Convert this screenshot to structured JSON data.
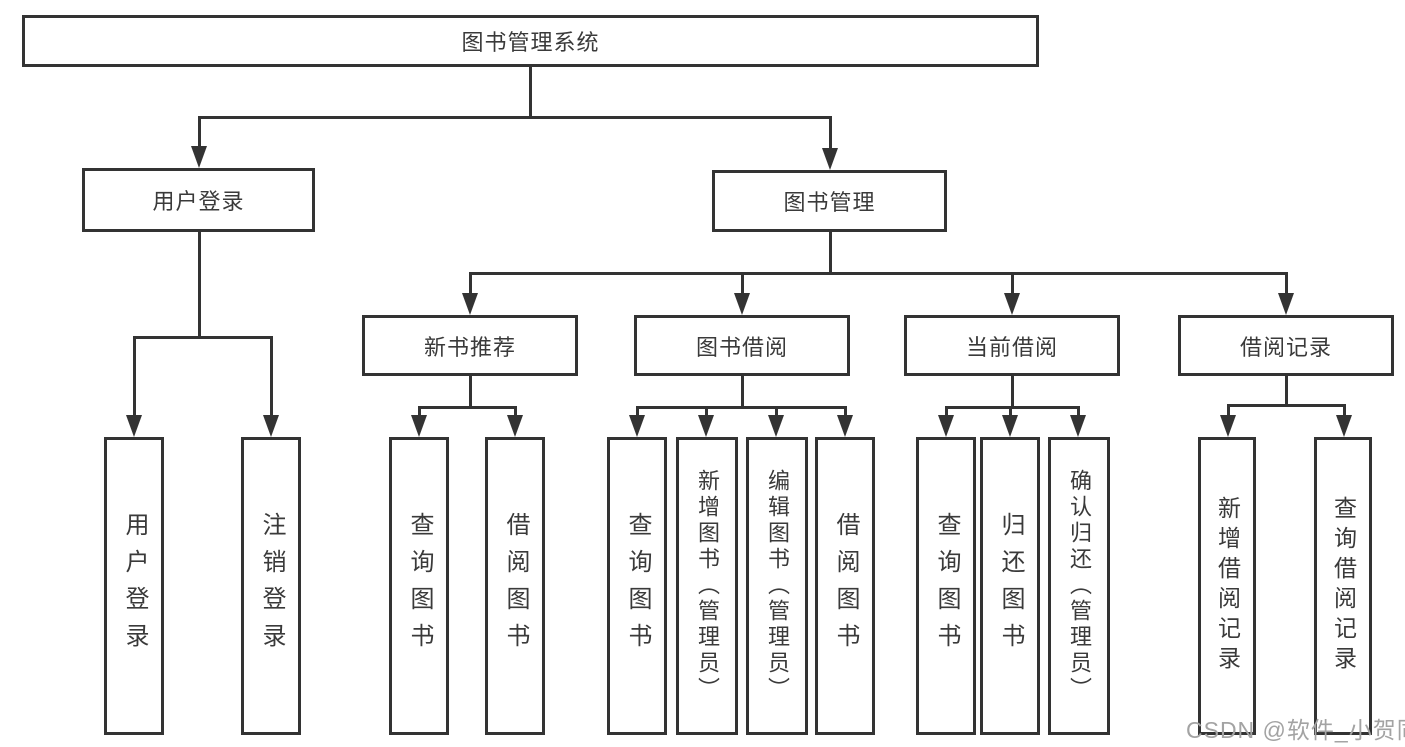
{
  "tree": {
    "root": {
      "label": "图书管理系统"
    },
    "branches": [
      {
        "label": "用户登录",
        "children": [
          {
            "label": "用户登录"
          },
          {
            "label": "注销登录"
          }
        ]
      },
      {
        "label": "图书管理",
        "sections": [
          {
            "label": "新书推荐",
            "children": [
              {
                "label": "查询图书"
              },
              {
                "label": "借阅图书"
              }
            ]
          },
          {
            "label": "图书借阅",
            "children": [
              {
                "label": "查询图书"
              },
              {
                "label": "新增图书（管理员）"
              },
              {
                "label": "编辑图书（管理员）"
              },
              {
                "label": "借阅图书"
              }
            ]
          },
          {
            "label": "当前借阅",
            "children": [
              {
                "label": "查询图书"
              },
              {
                "label": "归还图书"
              },
              {
                "label": "确认归还（管理员）"
              }
            ]
          },
          {
            "label": "借阅记录",
            "children": [
              {
                "label": "新增借阅记录"
              },
              {
                "label": "查询借阅记录"
              }
            ]
          }
        ]
      }
    ]
  },
  "watermark": {
    "text": "CSDN @软件_小贺同学"
  },
  "colors": {
    "line": "#333333",
    "box_background": "#ffffff",
    "text": "#3a3a3a",
    "watermark": "#a3a3a3"
  }
}
